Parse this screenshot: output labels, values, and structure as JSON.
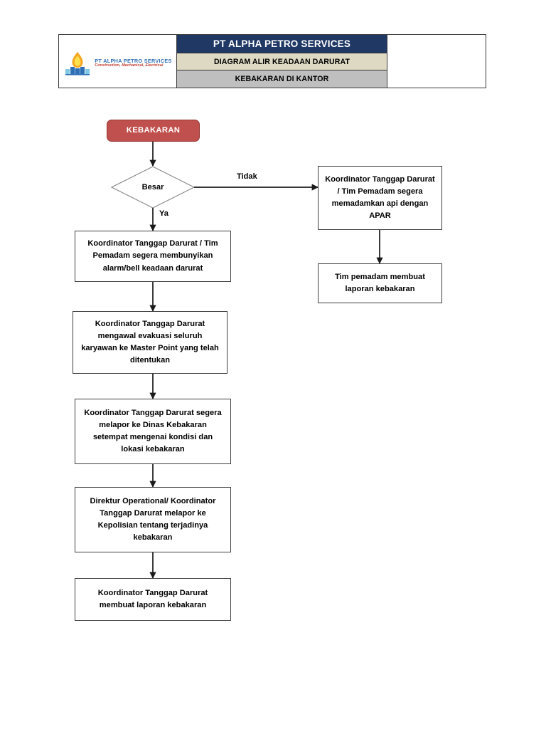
{
  "header": {
    "logo": {
      "icon": "flame-logo-icon",
      "company_line": "PT ALPHA PETRO SERVICES",
      "tagline": "Construction, Mechanical, Electrical"
    },
    "company_title": "PT ALPHA PETRO SERVICES",
    "document_title": "DIAGRAM ALIR KEADAAN DARURAT",
    "document_subtitle": "KEBAKARAN DI KANTOR"
  },
  "colors": {
    "header_navy": "#1F3864",
    "header_beige": "#DDD9C3",
    "header_gray": "#BFBFBF",
    "start_red": "#C0504D",
    "start_red_border": "#943634",
    "box_border": "#3F3F3F",
    "line": "#1A1A1A"
  },
  "flow": {
    "start": {
      "label": "KEBAKARAN"
    },
    "decision": {
      "label": "Besar"
    },
    "edge_labels": {
      "yes": "Ya",
      "no": "Tidak"
    },
    "main_steps": [
      "Koordinator Tanggap Darurat / Tim Pemadam segera membunyikan alarm/bell keadaan darurat",
      "Koordinator Tanggap Darurat mengawal evakuasi seluruh karyawan ke Master Point yang telah ditentukan",
      "Koordinator Tanggap Darurat segera melapor ke Dinas Kebakaran setempat mengenai kondisi dan lokasi kebakaran",
      "Direktur Operational/ Koordinator Tanggap Darurat melapor ke Kepolisian tentang terjadinya kebakaran",
      "Koordinator Tanggap Darurat membuat laporan kebakaran"
    ],
    "branch_steps": [
      "Koordinator Tanggap Darurat / Tim Pemadam segera memadamkan api dengan APAR",
      "Tim pemadam membuat laporan kebakaran"
    ]
  }
}
